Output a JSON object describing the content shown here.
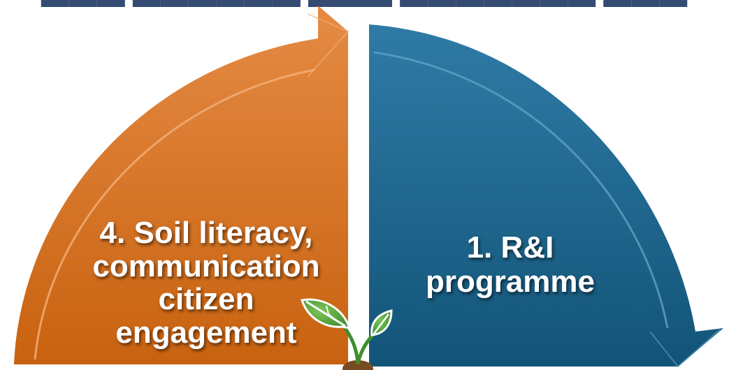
{
  "diagram": {
    "left_segment": {
      "lines": [
        "4. Soil literacy,",
        "communication",
        "citizen",
        "engagement"
      ],
      "color": "#D2691E"
    },
    "right_segment": {
      "lines": [
        "1. R&I",
        "programme"
      ],
      "color": "#1F6790"
    },
    "title_partial": "soil health"
  }
}
